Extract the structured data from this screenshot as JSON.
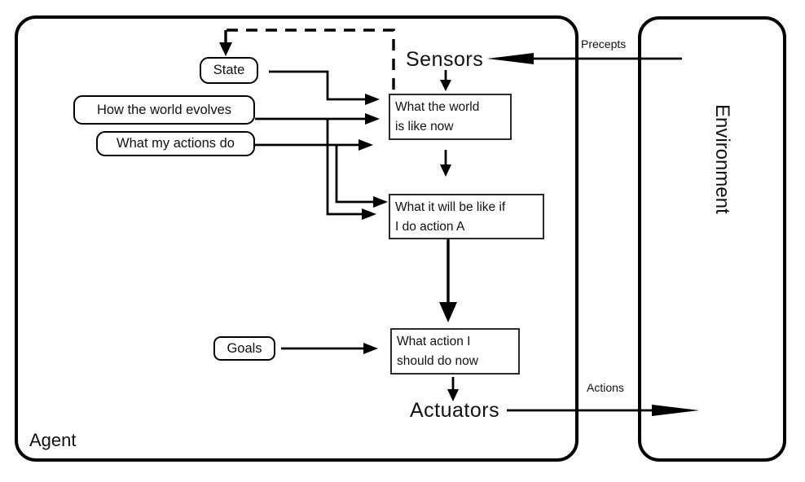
{
  "diagram": {
    "agent": {
      "label": "Agent"
    },
    "environment": {
      "label": "Environment"
    },
    "io_labels": {
      "sensors": "Sensors",
      "actuators": "Actuators",
      "percepts": "Precepts",
      "actions": "Actions"
    },
    "nodes": {
      "state": {
        "label": "State"
      },
      "how_world_evolves": {
        "label": "How the world evolves"
      },
      "what_actions_do": {
        "label": "What my actions do"
      },
      "goals": {
        "label": "Goals"
      },
      "world_now": {
        "line1": "What the world",
        "line2": "is like now"
      },
      "future_world": {
        "line1": "What it will be like if",
        "line2": "I do action A"
      },
      "action_choice": {
        "line1": "What action I",
        "line2": "should do now"
      }
    },
    "colors": {
      "ink": "#000000",
      "background": "#ffffff"
    }
  }
}
